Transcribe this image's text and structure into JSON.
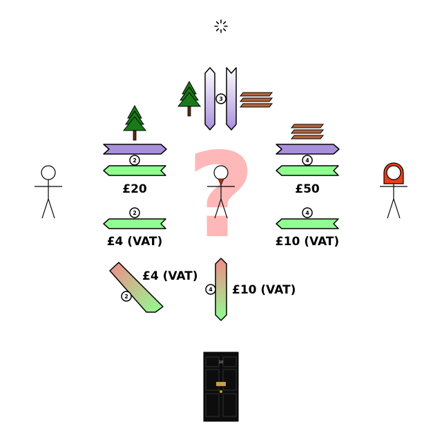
{
  "colors": {
    "purple": "#a98fdc",
    "green": "#8fff8f",
    "red": "#f08a8a",
    "tree": "#1a7a1a",
    "trunk": "#5a2d0c",
    "wood": "#b4643c",
    "question": "#ffb8b8",
    "orange_hood": "#e8401a",
    "door": "#0d0d0d",
    "brass": "#c8a040"
  },
  "icons": {
    "top": "sparkle-icon",
    "tree": "pine-tree-icon",
    "wood": "wood-planks-icon",
    "person": "stick-figure-icon",
    "door": "front-door-icon"
  },
  "center": {
    "symbol": "?"
  },
  "top_group": {
    "count": "3"
  },
  "left_trade": {
    "count": "2",
    "price": "£20",
    "tax_count": "2",
    "tax": "£4 (VAT)"
  },
  "right_trade": {
    "count": "4",
    "price": "£50",
    "tax_count": "4",
    "tax": "£10 (VAT)"
  },
  "diagonal_flow": {
    "count": "2",
    "label": "£4 (VAT)"
  },
  "vertical_flow": {
    "count": "4",
    "label": "£10 (VAT)"
  },
  "door": {
    "number": "10"
  }
}
